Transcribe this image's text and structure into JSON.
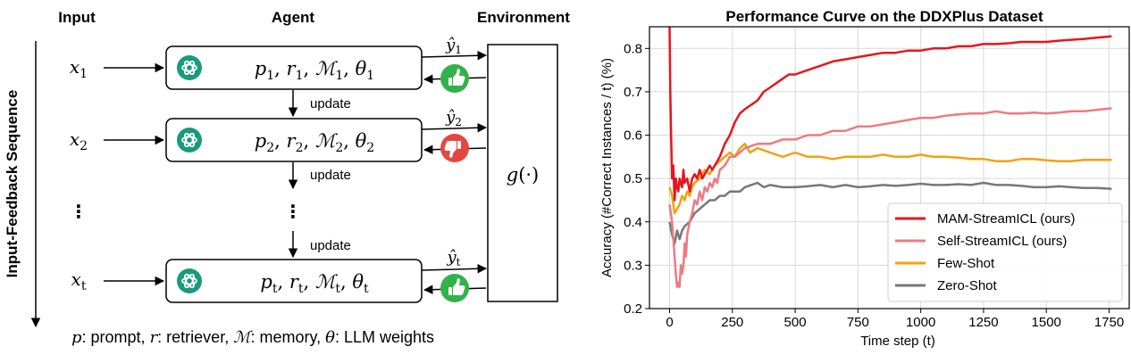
{
  "diagram": {
    "headers": {
      "input": "Input",
      "agent": "Agent",
      "environment": "Environment"
    },
    "side_label": "Input-Feedback Sequence",
    "inputs": [
      "x1",
      "x2",
      "⋮",
      "xt"
    ],
    "agent_states": [
      "p1, r1, M1, θ1",
      "p2, r2, M2, θ2",
      "⋮",
      "pt, rt, Mt, θt"
    ],
    "outputs": [
      "ŷ1",
      "ŷ2",
      "ŷt"
    ],
    "update_labels": [
      "update",
      "update",
      "update"
    ],
    "feedback": [
      "thumbs-up",
      "thumbs-down",
      "thumbs-up"
    ],
    "environment_function": "g(·)",
    "caption": "p: prompt, r: retriever, M: memory, θ: LLM weights",
    "colors": {
      "agent_icon": "#1a9a7c",
      "thumb_up": "#32b24a",
      "thumb_down": "#e4473f"
    }
  },
  "chart_data": {
    "type": "line",
    "title": "Performance Curve on the DDXPlus Dataset",
    "xlabel": "Time step (t)",
    "ylabel": "Accuracy (#Correct Instances / t) (%)",
    "xlim": [
      -80,
      1830
    ],
    "ylim": [
      0.2,
      0.85
    ],
    "xticks": [
      0,
      250,
      500,
      750,
      1000,
      1250,
      1500,
      1750
    ],
    "yticks": [
      0.2,
      0.3,
      0.4,
      0.5,
      0.6,
      0.7,
      0.8
    ],
    "grid": true,
    "legend_position": "lower-right",
    "series": [
      {
        "name": "MAM-StreamICL (ours)",
        "color": "#e8151c",
        "x": [
          0,
          3,
          6,
          10,
          15,
          20,
          25,
          30,
          35,
          40,
          45,
          50,
          55,
          60,
          70,
          80,
          90,
          100,
          110,
          120,
          130,
          140,
          150,
          160,
          170,
          180,
          190,
          200,
          220,
          240,
          260,
          280,
          300,
          325,
          350,
          375,
          400,
          425,
          450,
          475,
          500,
          550,
          600,
          650,
          700,
          750,
          800,
          850,
          900,
          950,
          1000,
          1050,
          1100,
          1150,
          1200,
          1250,
          1300,
          1350,
          1400,
          1450,
          1500,
          1550,
          1600,
          1650,
          1700,
          1760
        ],
        "y": [
          0.85,
          0.7,
          0.6,
          0.5,
          0.53,
          0.45,
          0.5,
          0.48,
          0.47,
          0.5,
          0.49,
          0.48,
          0.52,
          0.49,
          0.5,
          0.47,
          0.5,
          0.51,
          0.5,
          0.52,
          0.5,
          0.51,
          0.52,
          0.53,
          0.52,
          0.53,
          0.54,
          0.55,
          0.58,
          0.6,
          0.63,
          0.65,
          0.66,
          0.67,
          0.68,
          0.7,
          0.71,
          0.72,
          0.73,
          0.74,
          0.74,
          0.75,
          0.76,
          0.77,
          0.775,
          0.78,
          0.785,
          0.79,
          0.79,
          0.795,
          0.795,
          0.8,
          0.8,
          0.805,
          0.805,
          0.81,
          0.81,
          0.812,
          0.815,
          0.815,
          0.815,
          0.818,
          0.82,
          0.822,
          0.825,
          0.828
        ]
      },
      {
        "name": "Self-StreamICL (ours)",
        "color": "#ec7b82",
        "x": [
          0,
          5,
          10,
          15,
          20,
          25,
          30,
          35,
          40,
          45,
          50,
          55,
          60,
          65,
          70,
          80,
          90,
          100,
          110,
          120,
          130,
          140,
          150,
          160,
          170,
          180,
          190,
          200,
          220,
          240,
          260,
          280,
          300,
          350,
          400,
          450,
          500,
          550,
          600,
          650,
          700,
          750,
          800,
          850,
          900,
          950,
          1000,
          1050,
          1100,
          1150,
          1200,
          1250,
          1300,
          1350,
          1400,
          1450,
          1500,
          1550,
          1600,
          1650,
          1700,
          1760
        ],
        "y": [
          0.44,
          0.42,
          0.4,
          0.36,
          0.32,
          0.28,
          0.25,
          0.26,
          0.25,
          0.3,
          0.28,
          0.3,
          0.35,
          0.32,
          0.37,
          0.4,
          0.42,
          0.45,
          0.44,
          0.47,
          0.45,
          0.48,
          0.47,
          0.49,
          0.48,
          0.5,
          0.49,
          0.52,
          0.53,
          0.55,
          0.55,
          0.56,
          0.57,
          0.58,
          0.58,
          0.59,
          0.59,
          0.6,
          0.6,
          0.61,
          0.61,
          0.62,
          0.62,
          0.625,
          0.63,
          0.635,
          0.64,
          0.64,
          0.645,
          0.648,
          0.65,
          0.65,
          0.655,
          0.65,
          0.65,
          0.652,
          0.65,
          0.652,
          0.655,
          0.655,
          0.658,
          0.662
        ]
      },
      {
        "name": "Few-Shot",
        "color": "#f2a10f",
        "x": [
          0,
          10,
          20,
          30,
          40,
          50,
          60,
          70,
          80,
          90,
          100,
          120,
          140,
          160,
          180,
          200,
          220,
          240,
          260,
          280,
          300,
          320,
          350,
          400,
          450,
          500,
          550,
          600,
          650,
          700,
          750,
          800,
          850,
          900,
          950,
          1000,
          1050,
          1100,
          1150,
          1200,
          1250,
          1300,
          1350,
          1400,
          1450,
          1500,
          1550,
          1600,
          1650,
          1700,
          1760
        ],
        "y": [
          0.48,
          0.46,
          0.42,
          0.43,
          0.44,
          0.46,
          0.45,
          0.47,
          0.46,
          0.48,
          0.49,
          0.5,
          0.52,
          0.51,
          0.53,
          0.54,
          0.55,
          0.56,
          0.55,
          0.57,
          0.58,
          0.56,
          0.57,
          0.56,
          0.55,
          0.56,
          0.55,
          0.55,
          0.545,
          0.55,
          0.55,
          0.55,
          0.555,
          0.55,
          0.55,
          0.555,
          0.55,
          0.55,
          0.548,
          0.545,
          0.545,
          0.54,
          0.54,
          0.545,
          0.545,
          0.542,
          0.54,
          0.54,
          0.543,
          0.543,
          0.543
        ]
      },
      {
        "name": "Zero-Shot",
        "color": "#777777",
        "x": [
          0,
          10,
          20,
          30,
          40,
          50,
          60,
          80,
          100,
          120,
          140,
          160,
          180,
          200,
          220,
          240,
          260,
          280,
          300,
          325,
          350,
          375,
          400,
          450,
          500,
          550,
          600,
          650,
          700,
          750,
          800,
          850,
          900,
          950,
          1000,
          1050,
          1100,
          1150,
          1200,
          1250,
          1300,
          1350,
          1400,
          1450,
          1500,
          1550,
          1600,
          1650,
          1700,
          1760
        ],
        "y": [
          0.4,
          0.37,
          0.35,
          0.38,
          0.36,
          0.38,
          0.39,
          0.4,
          0.42,
          0.43,
          0.44,
          0.45,
          0.45,
          0.46,
          0.46,
          0.47,
          0.47,
          0.47,
          0.48,
          0.485,
          0.49,
          0.48,
          0.485,
          0.48,
          0.48,
          0.482,
          0.485,
          0.48,
          0.485,
          0.48,
          0.482,
          0.485,
          0.483,
          0.485,
          0.488,
          0.485,
          0.485,
          0.487,
          0.485,
          0.49,
          0.485,
          0.485,
          0.483,
          0.48,
          0.48,
          0.482,
          0.48,
          0.478,
          0.478,
          0.476
        ]
      }
    ]
  }
}
